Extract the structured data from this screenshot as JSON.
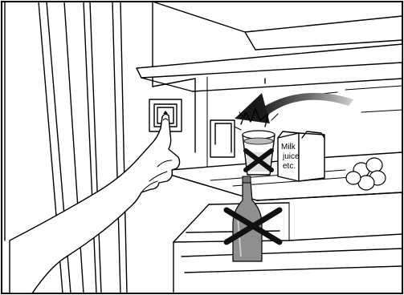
{
  "illustration": {
    "carton_label_lines": [
      "Milk",
      "juice",
      "etc."
    ],
    "colors": {
      "line": "#000000",
      "background": "#ffffff",
      "light_gray": "#e6e6e6",
      "mid_gray": "#b3b3b3",
      "dark_gray": "#8a8a8a",
      "cross": "#111111"
    }
  }
}
